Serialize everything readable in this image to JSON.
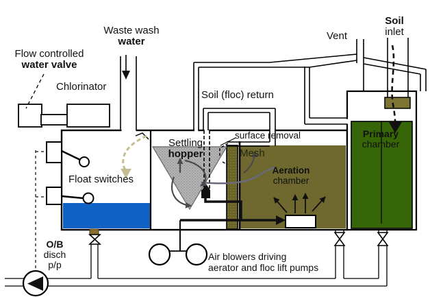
{
  "labels": {
    "waste_wash": {
      "line1": "Waste wash",
      "line2": "water"
    },
    "flow_valve": {
      "line1": "Flow controlled",
      "line2": "water valve"
    },
    "chlorinator": "Chlorinator",
    "soil_floc_return": "Soil (floc) return",
    "vent": "Vent",
    "soil_inlet": {
      "line1": "Soil",
      "line2": "inlet"
    },
    "settling_hopper": {
      "line1": "Settling",
      "line2": "hopper"
    },
    "surface_removal": "surface removal",
    "mesh": "Mesh",
    "aeration_chamber": {
      "line1": "Aeration",
      "line2": "chamber"
    },
    "primary_chamber": {
      "line1": "Primary",
      "line2": "chamber"
    },
    "float_switches": "Float switches",
    "ob_discharge": {
      "line1": "O/B",
      "line2": "disch",
      "line3": "p/p"
    },
    "air_blowers": {
      "line1": "Air blowers driving",
      "line2": "aerator and floc lift pumps"
    }
  },
  "colors": {
    "aeration_water_olive": "#6f6930",
    "mesh_olive": "#6b6428",
    "primary_green": "#376608",
    "water_blue": "#1062c4",
    "hopper_gray": "#b5b5b5",
    "inflow_tan": "#c6bc92",
    "soil_box_brown": "#7d7435",
    "line_black": "#000000"
  },
  "icons": [
    "pump-icon",
    "valve-icon",
    "float-switch-icon",
    "air-blower-icon",
    "diffuser-icon",
    "flow-arrow-icon"
  ]
}
